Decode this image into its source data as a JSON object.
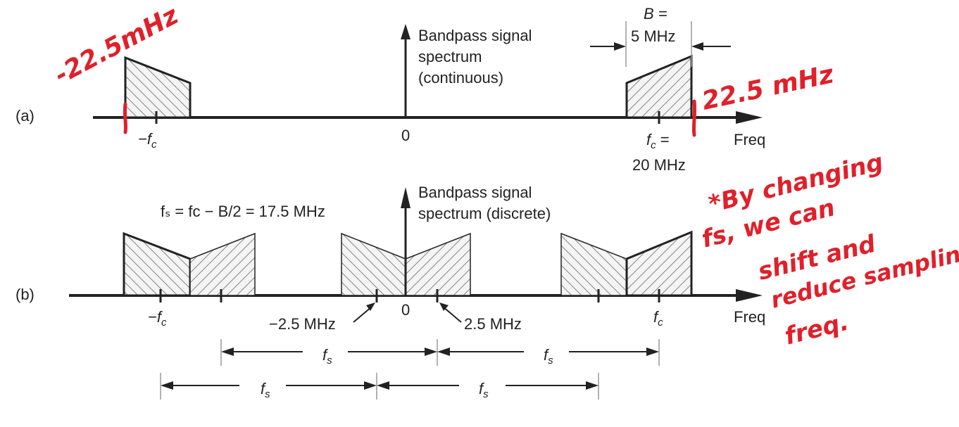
{
  "panel_a": {
    "label": "(a)",
    "spectrum_text": [
      "Bandpass signal",
      "spectrum",
      "(continuous)"
    ],
    "zero": "0",
    "neg_fc": "−f",
    "fc_eq": "f",
    "fc_sub": "c",
    "fc_rest": " =",
    "fc_value": "20 MHz",
    "bandwidth_top": "B =",
    "bandwidth_value": "5 MHz",
    "freq": "Freq",
    "ann_left": "-22.5mHz",
    "ann_right": "22.5 mHz"
  },
  "panel_b": {
    "label": "(b)",
    "formula": "fₛ = fᴄ − B/2 = 17.5 MHz",
    "spectrum_text": [
      "Bandpass signal",
      "spectrum (discrete)"
    ],
    "zero": "0",
    "neg_fc": "−f",
    "fc": "f",
    "sub_c": "c",
    "minus_2_5": "−2.5 MHz",
    "plus_2_5": "2.5 MHz",
    "freq": "Freq",
    "fs": "f",
    "sub_s": "s",
    "note": [
      "*By changing",
      "fs, we can",
      "shift and",
      "reduce sampling",
      "freq."
    ]
  },
  "colors": {
    "ink": "#222222",
    "annotation": "#e0202a",
    "guides": "#999999"
  }
}
